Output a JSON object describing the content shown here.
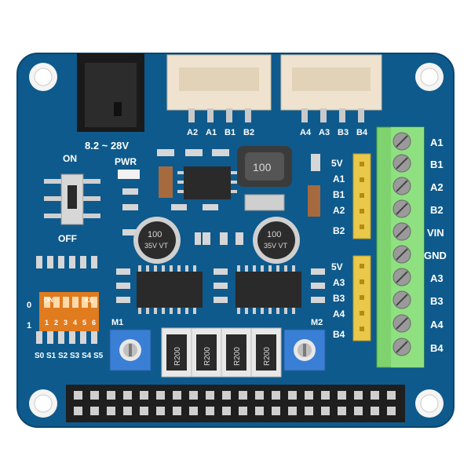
{
  "board": {
    "colors": {
      "pcb": "#0e5a8c",
      "pcb_edge": "#0a4670",
      "silkscreen": "#ffffff",
      "terminal_block": "#7ed36f",
      "jst_connector": "#efe3cf",
      "header_pin": "#e9c84a",
      "dip_switch": "#e07b1e",
      "ic": "#2a2a2a",
      "trimpot": "#3a7fd6"
    },
    "labels": {
      "input_voltage": "8.2 ~ 28V",
      "power_led": "PWR",
      "switch_on": "ON",
      "switch_off": "OFF",
      "motor1": "M1",
      "motor2": "M2",
      "dip_on": "ON",
      "dip_ke": "KE",
      "dip_numbers": [
        "1",
        "2",
        "3",
        "4",
        "5",
        "6"
      ],
      "dip_row0": "0",
      "dip_row1": "1",
      "dip_switch_labels": [
        "S0",
        "S1",
        "S2",
        "S3",
        "S4",
        "S5"
      ],
      "jst_left_labels": [
        "A2",
        "A1",
        "B1",
        "B2"
      ],
      "jst_right_labels": [
        "A4",
        "A3",
        "B3",
        "B4"
      ],
      "header_left_labels": [
        "5V",
        "A1",
        "B1",
        "A2",
        "B2",
        "5V",
        "A3",
        "B3",
        "A4",
        "B4"
      ],
      "terminal_labels": [
        "A1",
        "B1",
        "A2",
        "B2",
        "VIN",
        "GND",
        "A3",
        "B3",
        "A4",
        "B4"
      ],
      "inductor": "100",
      "capacitor_top": "100",
      "capacitor_bottom": "35V VT",
      "resistors": [
        "R200",
        "R200",
        "R200",
        "R200"
      ]
    }
  }
}
